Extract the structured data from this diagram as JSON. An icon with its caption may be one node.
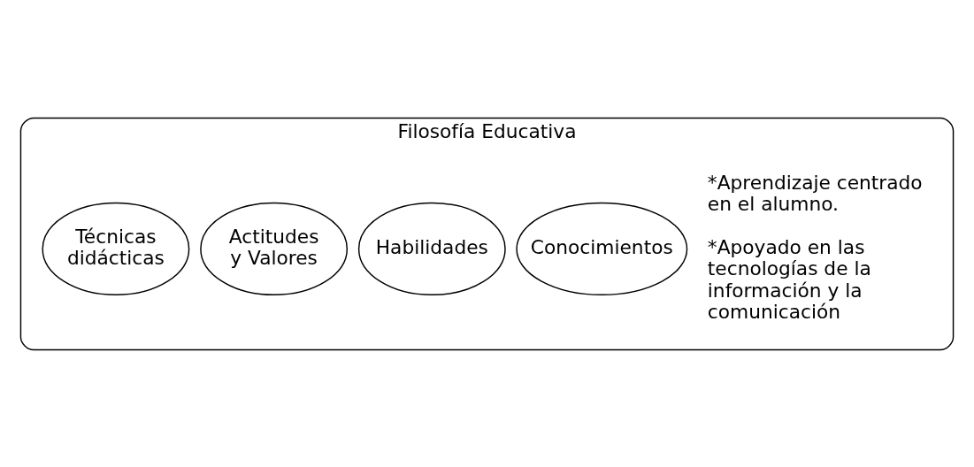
{
  "diagram": {
    "nodes": [
      {
        "text": [
          "Filosofía Educativa",
          "*Aprendizaje centrado en el alumno.",
          "*Apoyado en las tecnologías de la información y la comunicación"
        ]
      },
      {
        "text": [
          "Conocimientos"
        ],
        "in": 0
      },
      {
        "text": [
          "Habilidades"
        ],
        "in": 0
      },
      {
        "text": [
          "Actitudes y Valores"
        ],
        "in": 0
      },
      {
        "text": [
          "Técnicas didácticas"
        ],
        "in": 0
      }
    ]
  }
}
